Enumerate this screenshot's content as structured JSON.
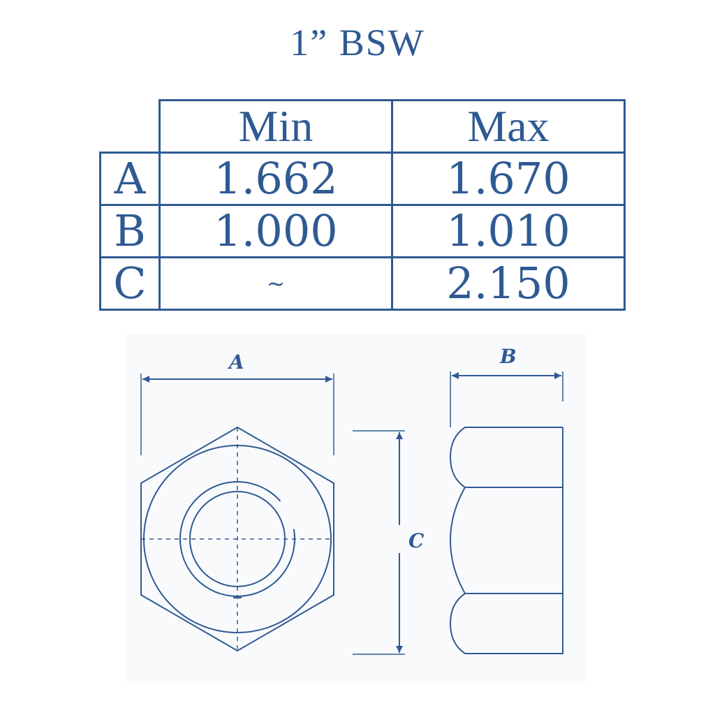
{
  "title": "1” BSW",
  "table": {
    "columns": [
      "Min",
      "Max"
    ],
    "rows": [
      {
        "label": "A",
        "min": "1.662",
        "max": "1.670"
      },
      {
        "label": "B",
        "min": "1.000",
        "max": "1.010"
      },
      {
        "label": "C",
        "min": "~",
        "max": "2.150"
      }
    ]
  },
  "drawing": {
    "dim_labels": {
      "a": "A",
      "b": "B",
      "c": "C"
    }
  },
  "colors": {
    "primary": "#2f5a93",
    "background": "#ffffff"
  }
}
